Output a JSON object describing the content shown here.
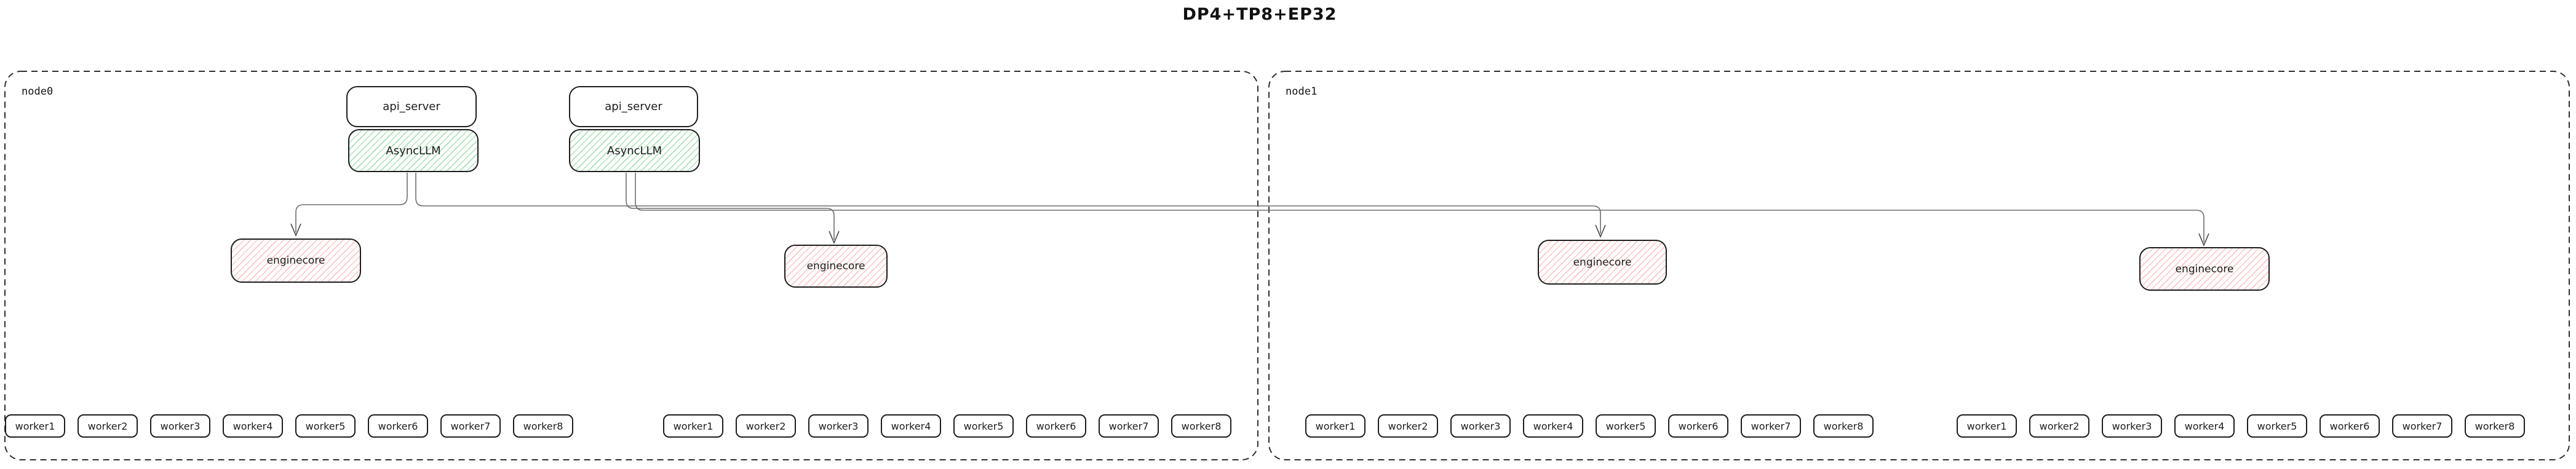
{
  "title": "DP4+TP8+EP32",
  "colors": {
    "background": "#ffffff",
    "box_border": "#1d1d1d",
    "node_border": "#2f2f2f",
    "asyncllm_hatch_green": "#40c057",
    "enginecore_hatch_red": "#ff6e6e",
    "connector_gray": "#6e6e6e"
  },
  "pairs": [
    {
      "api_server_label": "api_server",
      "asyncllm_label": "AsyncLLM"
    },
    {
      "api_server_label": "api_server",
      "asyncllm_label": "AsyncLLM"
    }
  ],
  "enginecores": [
    "enginecore",
    "enginecore",
    "enginecore",
    "enginecore"
  ],
  "nodes": [
    {
      "label": "node0",
      "worker_groups": [
        [
          "worker1",
          "worker2",
          "worker3",
          "worker4",
          "worker5",
          "worker6",
          "worker7",
          "worker8"
        ],
        [
          "worker1",
          "worker2",
          "worker3",
          "worker4",
          "worker5",
          "worker6",
          "worker7",
          "worker8"
        ]
      ]
    },
    {
      "label": "node1",
      "worker_groups": [
        [
          "worker1",
          "worker2",
          "worker3",
          "worker4",
          "worker5",
          "worker6",
          "worker7",
          "worker8"
        ],
        [
          "worker1",
          "worker2",
          "worker3",
          "worker4",
          "worker5",
          "worker6",
          "worker7",
          "worker8"
        ]
      ]
    }
  ]
}
